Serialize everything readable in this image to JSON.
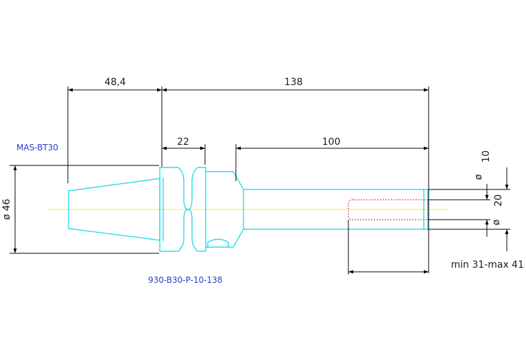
{
  "labels": {
    "holder_type": "MAS-BT30",
    "part_number": "930-B30-P-10-138"
  },
  "dimensions": {
    "taper_length": "48,4",
    "overall_length": "138",
    "flange_width": "22",
    "shank_length": "100",
    "taper_diameter": "ø 46",
    "bore_diameter_symbol": "ø",
    "bore_diameter_value": "10",
    "shank_diameter_value": "20",
    "shank_diameter_symbol": "ø",
    "clamping_range": "min 31-max 41"
  },
  "colors": {
    "outline": "#00d7e8",
    "centerline": "#f2ee3a",
    "hidden_line": "#e8101a",
    "label_text": "#2b39c8",
    "dimension": "#000000"
  }
}
